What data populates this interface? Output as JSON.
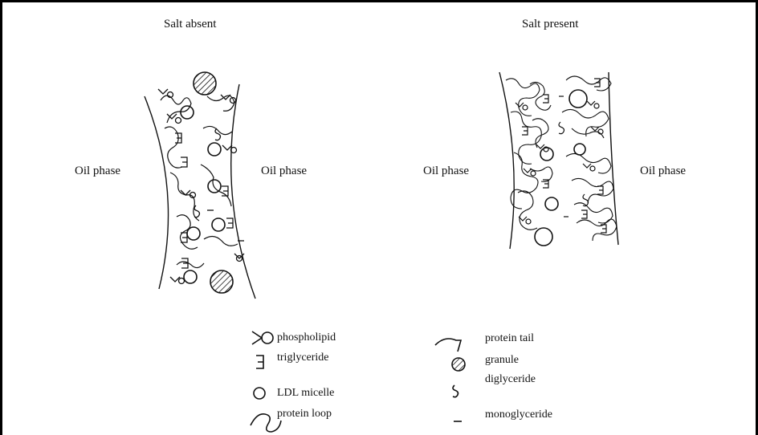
{
  "panels": {
    "left": {
      "title": "Salt absent",
      "left_label": "Oil phase",
      "right_label": "Oil phase"
    },
    "right": {
      "title": "Salt present",
      "left_label": "Oil phase",
      "right_label": "Oil phase"
    }
  },
  "legend": {
    "col1": [
      {
        "icon": "phospholipid-icon",
        "label": "phospholipid"
      },
      {
        "icon": "triglyceride-icon",
        "label": "triglyceride"
      },
      {
        "icon": "ldl-micelle-icon",
        "label": "LDL micelle"
      },
      {
        "icon": "protein-loop-icon",
        "label": "protein loop"
      }
    ],
    "col2": [
      {
        "icon": "protein-tail-icon",
        "label": "protein tail"
      },
      {
        "icon": "granule-icon",
        "label": "granule"
      },
      {
        "icon": "diglyceride-icon",
        "label": "diglyceride"
      },
      {
        "icon": "monoglyceride-icon",
        "label": "monoglyceride"
      }
    ]
  }
}
